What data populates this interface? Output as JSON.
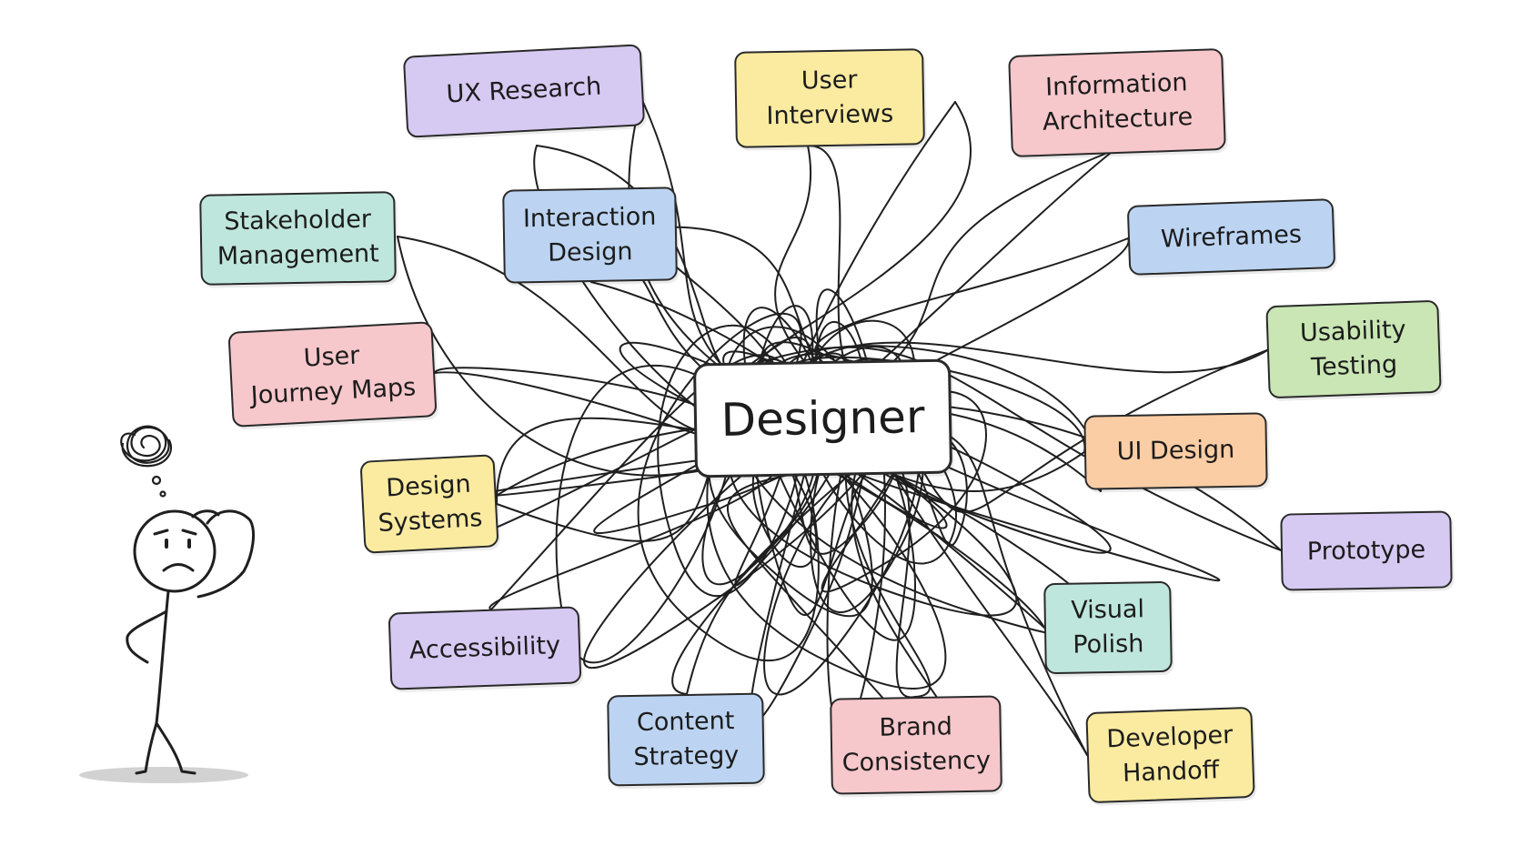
{
  "center": {
    "label": "Designer"
  },
  "nodes": {
    "ux_research": {
      "label": "UX Research",
      "color": "#d6c9f2"
    },
    "user_interviews": {
      "label": "User\nInterviews",
      "color": "#faeba0"
    },
    "information_architecture": {
      "label": "Information\nArchitecture",
      "color": "#f6c7cb"
    },
    "stakeholder_management": {
      "label": "Stakeholder\nManagement",
      "color": "#bfe6dc"
    },
    "interaction_design": {
      "label": "Interaction\nDesign",
      "color": "#bcd4f2"
    },
    "wireframes": {
      "label": "Wireframes",
      "color": "#bcd4f2"
    },
    "usability_testing": {
      "label": "Usability\nTesting",
      "color": "#c9e6b4"
    },
    "user_journey_maps": {
      "label": "User\nJourney Maps",
      "color": "#f6c7cb"
    },
    "ui_design": {
      "label": "UI Design",
      "color": "#fbcda4"
    },
    "design_systems": {
      "label": "Design\nSystems",
      "color": "#faeba0"
    },
    "prototype": {
      "label": "Prototype",
      "color": "#d6c9f2"
    },
    "accessibility": {
      "label": "Accessibility",
      "color": "#d6c9f2"
    },
    "visual_polish": {
      "label": "Visual\nPolish",
      "color": "#bfe6dc"
    },
    "content_strategy": {
      "label": "Content\nStrategy",
      "color": "#bcd4f2"
    },
    "brand_consistency": {
      "label": "Brand\nConsistency",
      "color": "#f6c7cb"
    },
    "developer_handoff": {
      "label": "Developer\nHandoff",
      "color": "#faeba0"
    }
  },
  "figure": {
    "icon": "confused-stick-figure-icon",
    "thought_icon": "scribble-thought-icon"
  },
  "colors": {
    "stroke": "#1f1f1f",
    "shadow": "#d2d2d2"
  }
}
